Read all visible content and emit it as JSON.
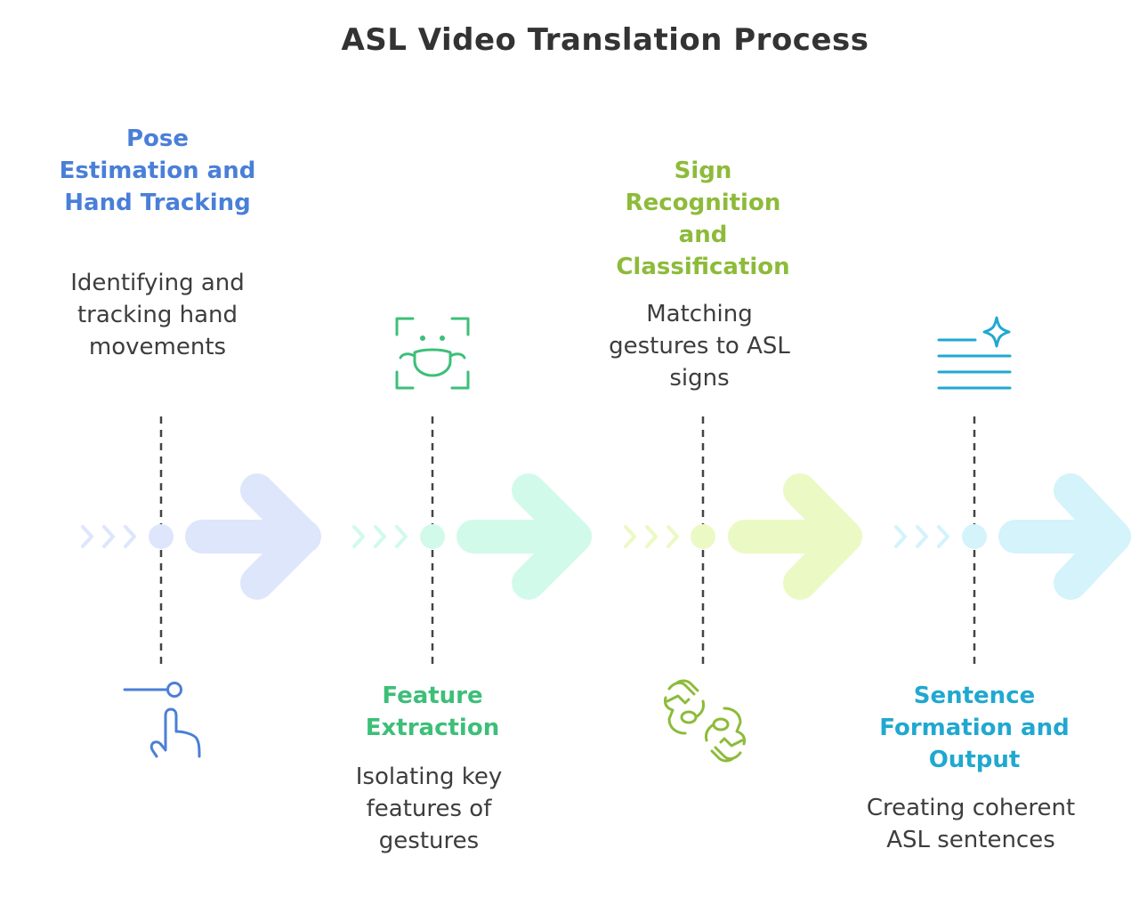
{
  "title": "ASL Video Translation Process",
  "steps": [
    {
      "title": "Pose Estimation and Hand Tracking",
      "description": "Identifying and tracking hand movements",
      "color": "#4a7fd8",
      "icon": "hand-touch-icon"
    },
    {
      "title": "Feature Extraction",
      "description": "Isolating key features of gestures",
      "color": "#3dbf78",
      "icon": "face-scan-icon"
    },
    {
      "title": "Sign Recognition and Classification",
      "description": "Matching gestures to ASL signs",
      "color": "#8dbb3a",
      "icon": "sign-language-icon"
    },
    {
      "title": "Sentence Formation and Output",
      "description": "Creating coherent ASL sentences",
      "color": "#20a8d0",
      "icon": "text-sparkle-icon"
    }
  ]
}
